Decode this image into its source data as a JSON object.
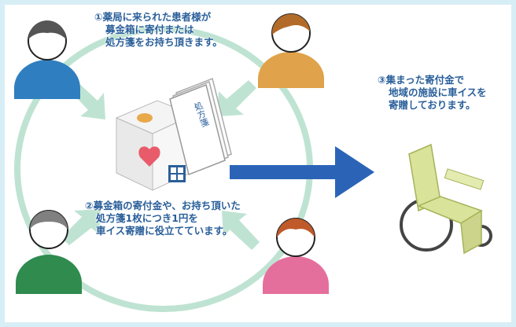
{
  "step1": {
    "lines": [
      "①薬局に来られた患者様が",
      "募金箱に寄付または",
      "処方箋をお持ち頂きます。"
    ]
  },
  "step2": {
    "lines": [
      "②募金箱の寄付金や、お持ち頂いた",
      "処方箋1枚につき1円を",
      "車イス寄贈に役立てています。"
    ]
  },
  "step3": {
    "lines": [
      "③集まった寄付金で",
      "地域の施設に車イスを",
      "寄贈しております。"
    ]
  },
  "prescription_label": "処方箋",
  "colors": {
    "circle": "#bfe3d2",
    "arrow_blue": "#2b64b7",
    "person_blue": "#2f7fc0",
    "person_orange": "#e0a24a",
    "person_green": "#2f8b4e",
    "person_pink": "#e56f9c",
    "wheelchair": "#d9e39a"
  }
}
